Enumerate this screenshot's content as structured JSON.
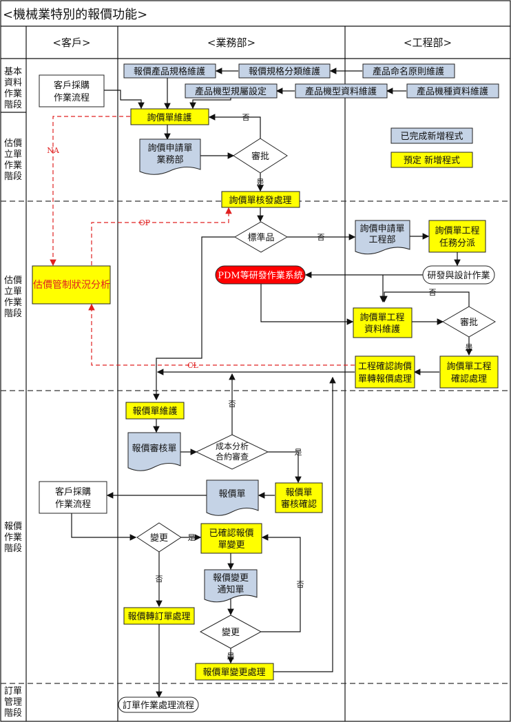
{
  "title": "<機械業特別的報價功能>",
  "lanes": {
    "customer": "<客戶>",
    "sales": "<業務部>",
    "engineering": "<工程部>"
  },
  "stages": {
    "basic": [
      "基本",
      "資料",
      "作業",
      "階段"
    ],
    "estimate1": [
      "估價",
      "立單",
      "作業",
      "階段"
    ],
    "estimate2": [
      "估價",
      "立單",
      "作業",
      "階段"
    ],
    "quote": [
      "報價",
      "作業",
      "階段"
    ],
    "order": [
      "訂單",
      "管理",
      "階段"
    ]
  },
  "nodes": {
    "quote_spec_maint": "報價產品規格維護",
    "quote_spec_class": "報價規格分類維護",
    "product_naming": "產品命名原則維護",
    "model_rule": "產品機型規屬設定",
    "model_data": "產品機型資料維護",
    "model_kind": "產品機種資料維護",
    "cust_purchase_1": [
      "客戶採購",
      "作業流程"
    ],
    "inquiry_maint": "詢價單維護",
    "inquiry_req_sales": [
      "詢價申請單",
      "業務部"
    ],
    "approve_1": "審批",
    "inquiry_issue": "詢價單核發處理",
    "standard": "標準品",
    "inquiry_req_eng": [
      "詢價申請單",
      "工程部"
    ],
    "eng_task": [
      "詢價單工程",
      "任務分派"
    ],
    "rd_design": "研發與設計作業",
    "pdm": "PDM等研發作業系統",
    "eng_data": [
      "詢價單工程",
      "資料維護"
    ],
    "approve_2": "審批",
    "eng_confirm": [
      "詢價單工程",
      "確認處理"
    ],
    "eng_to_quote": [
      "工程確認詢價",
      "單轉報價處理"
    ],
    "estimate_analysis": "估價管制狀況分析",
    "quote_maint": "報價單維護",
    "quote_review": "報價審核單",
    "cost_analysis": [
      "成本分析",
      "合約審查"
    ],
    "quote_doc": "報價單",
    "quote_review_confirm": [
      "報價單",
      "審核確認"
    ],
    "cust_purchase_2": [
      "客戶採購",
      "作業流程"
    ],
    "change_1": "變更",
    "confirmed_change": [
      "已確認報價",
      "單變更"
    ],
    "change_notice": [
      "報價變更",
      "通知單"
    ],
    "change_2": "變更",
    "quote_to_order": "報價轉訂單處理",
    "quote_change_proc": "報價單變更處理",
    "order_flow": "訂單作業處理流程"
  },
  "legend": {
    "done": "已完成新增程式",
    "planned": "預定 新增程式"
  },
  "labels": {
    "no": "否",
    "yes": "是",
    "na": "NA",
    "op": "OP",
    "cl": "CL"
  },
  "colors": {
    "done_fill": "#c5d3e6",
    "planned_fill": "#ffff00",
    "pdm_fill": "#ff0000",
    "red_flow": "#e02020"
  }
}
